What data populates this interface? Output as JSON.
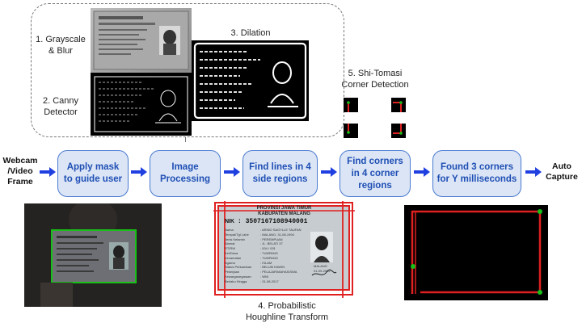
{
  "labels": {
    "grayscale": "1. Grayscale\n& Blur",
    "canny": "2. Canny\nDetector",
    "dilation": "3. Dilation",
    "shi_tomasi": "5. Shi-Tomasi\nCorner Detection",
    "hough": "4. Probabilistic\nHoughline Transform"
  },
  "input_label": "Webcam\n/Video\nFrame",
  "output_label": "Auto\nCapture",
  "steps": [
    "Apply mask\nto guide user",
    "Image\nProcessing",
    "Find lines in 4\nside regions",
    "Find corners\nin 4 corner\nregions",
    "Found 3 corners\nfor Y milliseconds"
  ],
  "card": {
    "province": "PROVINSI JAWA TIMUR",
    "regency": "KABUPATEN MALANG",
    "nik_label": "NIK",
    "nik": ": 3507167108940001",
    "fields": [
      "Nama",
      "Tempat/Tgl Lahir",
      "Jenis Kelamin",
      "Alamat",
      "RT/RW",
      "Kel/Desa",
      "Kecamatan",
      "Agama",
      "Status Perkawinan",
      "Pekerjaan",
      "Kewarganegaraan",
      "Berlaku Hingga"
    ],
    "values": [
      ": ARINO SAGYLLE TAUFAN",
      ": MALANG, 31-08-1994",
      ": PEREMPUAN",
      ": JL. BELATI 37",
      ": 004 / 001",
      ": TUMPANG",
      ": TUMPANG",
      ": ISLAM",
      ": BELUM KAWIN",
      ": PELAJAR/MAHASISWA",
      ": WNI",
      ": 31-08-2017"
    ],
    "place": "MALANG",
    "date": "01-09-2012"
  },
  "colors": {
    "step_fill": "#dbe5f6",
    "step_border": "#4a7bd0",
    "step_text": "#1f4fb4",
    "arrow": "#1f3fe0",
    "hough_line": "#e02020",
    "corner_green": "#18c018"
  }
}
